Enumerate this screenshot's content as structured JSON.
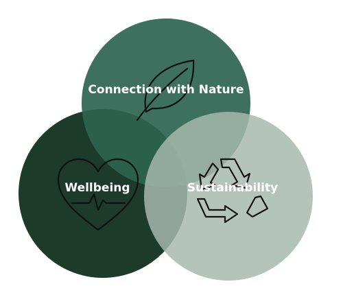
{
  "diagram": {
    "circles": [
      {
        "id": "nature",
        "label": "Connection with Nature",
        "icon": "leaf-icon",
        "color": "#2d6450"
      },
      {
        "id": "wellbeing",
        "label": "Wellbeing",
        "icon": "heartbeat-icon",
        "color": "#1d3b2b"
      },
      {
        "id": "sustainability",
        "label": "Sustainability",
        "icon": "recycle-icon",
        "color": "#a7b9ae"
      }
    ]
  }
}
